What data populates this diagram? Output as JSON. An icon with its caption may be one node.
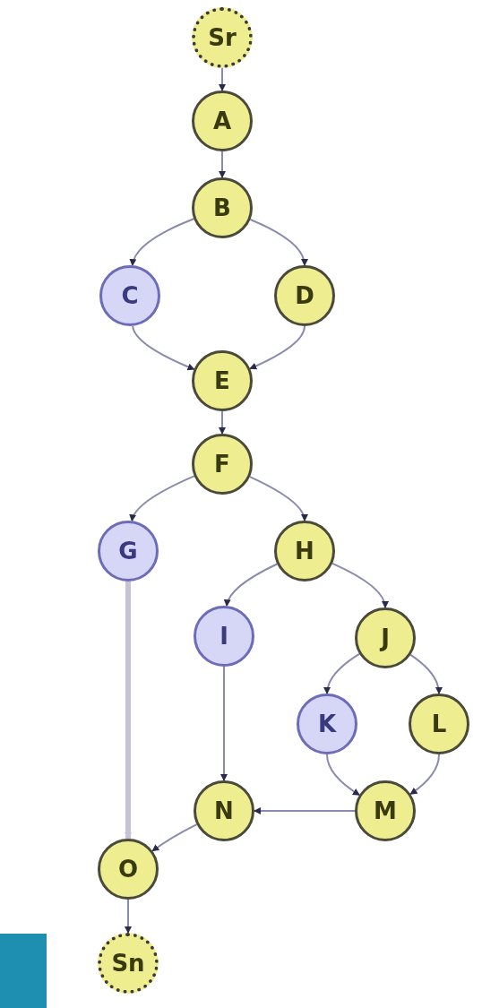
{
  "diagram": {
    "nodes": [
      {
        "text": [
          "Sr"
        ]
      },
      {
        "text": [
          "A"
        ]
      },
      {
        "text": [
          "B"
        ]
      },
      {
        "text": [
          "C"
        ]
      },
      {
        "text": [
          "D"
        ]
      },
      {
        "text": [
          "E"
        ]
      },
      {
        "text": [
          "F"
        ]
      },
      {
        "text": [
          "G"
        ]
      },
      {
        "text": [
          "H"
        ]
      },
      {
        "text": [
          "I"
        ]
      },
      {
        "text": [
          "J"
        ]
      },
      {
        "text": [
          "K"
        ]
      },
      {
        "text": [
          "L"
        ]
      },
      {
        "text": [
          "M"
        ]
      },
      {
        "text": [
          "N"
        ]
      },
      {
        "text": [
          "O"
        ]
      },
      {
        "text": [
          "Sn"
        ]
      }
    ],
    "edges": [
      {
        "from": 0,
        "to": 1,
        "arrow": "to"
      },
      {
        "from": 1,
        "to": 2,
        "arrow": "to"
      },
      {
        "from": 2,
        "to": 3,
        "arrow": "to"
      },
      {
        "from": 2,
        "to": 4,
        "arrow": "to"
      },
      {
        "from": 3,
        "to": 5,
        "arrow": "to"
      },
      {
        "from": 4,
        "to": 5,
        "arrow": "to"
      },
      {
        "from": 5,
        "to": 6,
        "arrow": "to"
      },
      {
        "from": 6,
        "to": 7,
        "arrow": "to"
      },
      {
        "from": 6,
        "to": 8,
        "arrow": "to"
      },
      {
        "from": 8,
        "to": 9,
        "arrow": "to"
      },
      {
        "from": 8,
        "to": 10,
        "arrow": "to"
      },
      {
        "from": 10,
        "to": 11,
        "arrow": "to"
      },
      {
        "from": 10,
        "to": 12,
        "arrow": "to"
      },
      {
        "from": 11,
        "to": 13,
        "arrow": "to"
      },
      {
        "from": 12,
        "to": 13,
        "arrow": "to"
      },
      {
        "from": 9,
        "to": 14,
        "arrow": "to"
      },
      {
        "from": 13,
        "to": 14,
        "arrow": "to"
      },
      {
        "from": 7,
        "to": 15,
        "arrow": "to",
        "style": "thick",
        "color": "#c4c4d4"
      },
      {
        "from": 14,
        "to": 15,
        "arrow": "to"
      },
      {
        "from": 15,
        "to": 16,
        "arrow": "to"
      }
    ]
  }
}
